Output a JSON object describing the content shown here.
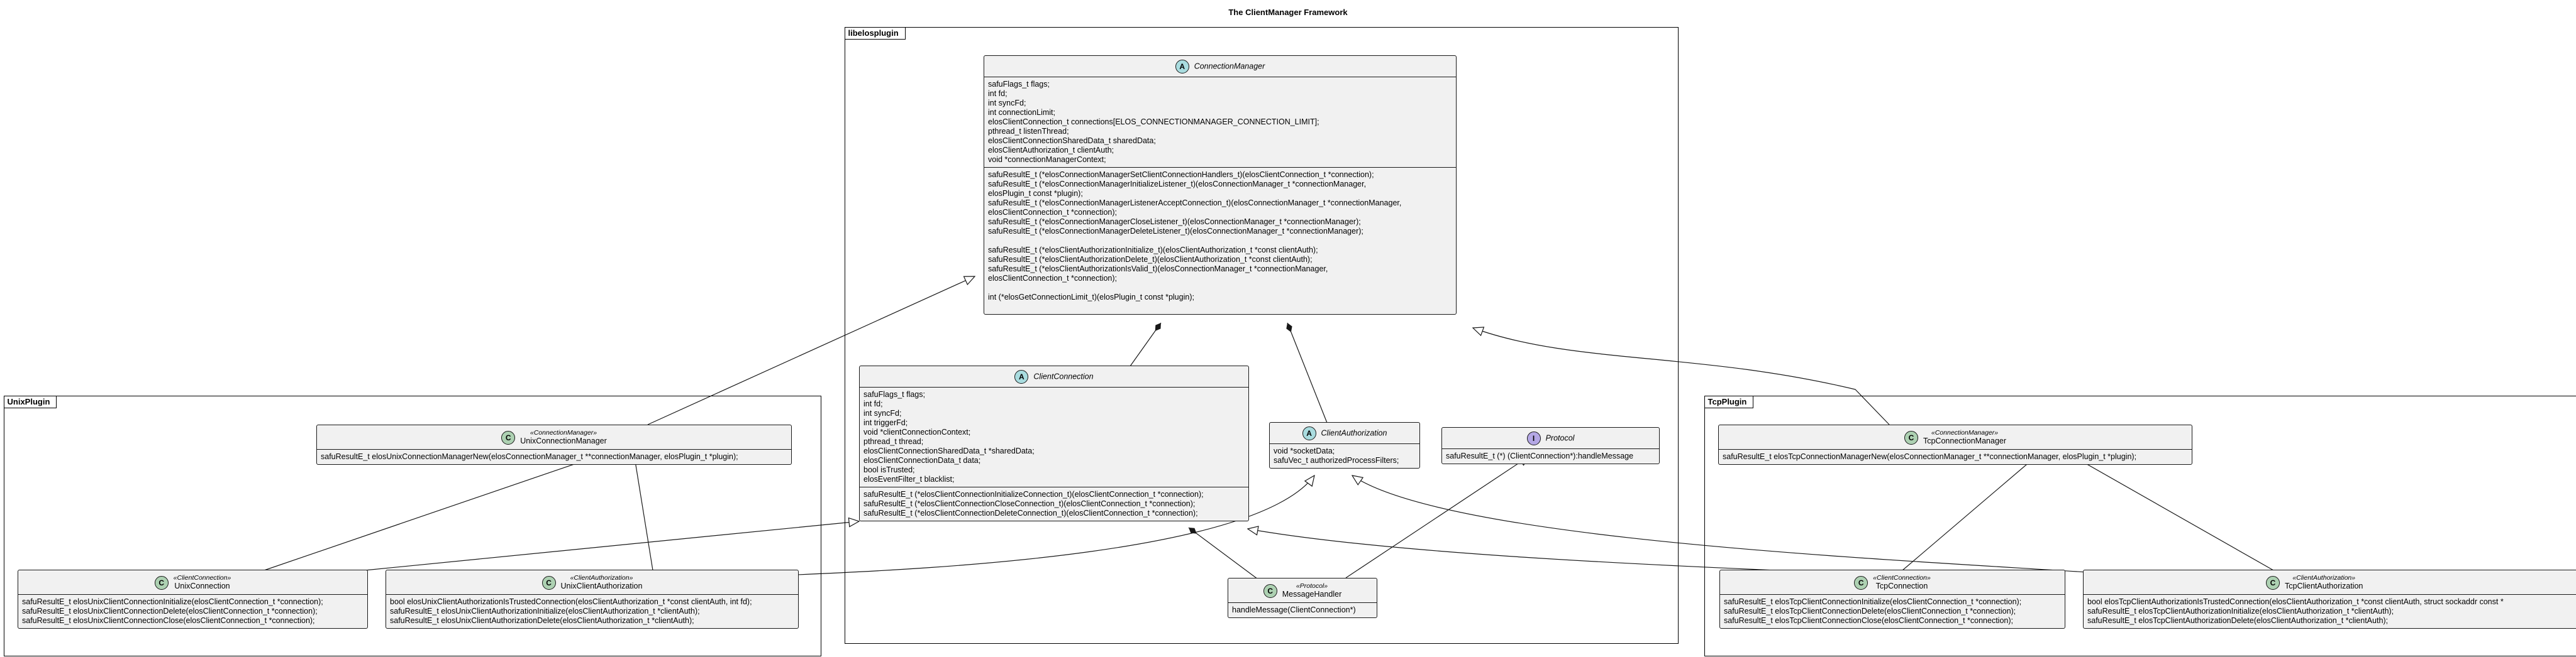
{
  "diagram": {
    "title": "The ClientManager Framework",
    "packages": {
      "libelosplugin": "libelosplugin",
      "unixplugin": "UnixPlugin",
      "tcpplugin": "TcpPlugin"
    },
    "classes": {
      "connection_manager": {
        "kind": "A",
        "name": "ConnectionManager",
        "attributes": [
          "safuFlags_t flags;",
          "int fd;",
          "int syncFd;",
          "int connectionLimit;",
          "elosClientConnection_t connections[ELOS_CONNECTIONMANAGER_CONNECTION_LIMIT];",
          "pthread_t listenThread;",
          "elosClientConnectionSharedData_t sharedData;",
          "elosClientAuthorization_t clientAuth;",
          "void *connectionManagerContext;"
        ],
        "methods_1": [
          "safuResultE_t (*elosConnectionManagerSetClientConnectionHandlers_t)(elosClientConnection_t *connection);",
          "safuResultE_t (*elosConnectionManagerInitializeListener_t)(elosConnectionManager_t *connectionManager,",
          "elosPlugin_t const *plugin);",
          "safuResultE_t (*elosConnectionManagerListenerAcceptConnection_t)(elosConnectionManager_t *connectionManager,",
          "elosClientConnection_t *connection);",
          "safuResultE_t (*elosConnectionManagerCloseListener_t)(elosConnectionManager_t *connectionManager);",
          "safuResultE_t (*elosConnectionManagerDeleteListener_t)(elosConnectionManager_t *connectionManager);"
        ],
        "methods_2": [
          "safuResultE_t (*elosClientAuthorizationInitialize_t)(elosClientAuthorization_t *const clientAuth);",
          "safuResultE_t (*elosClientAuthorizationDelete_t)(elosClientAuthorization_t *const clientAuth);",
          "safuResultE_t (*elosClientAuthorizationIsValid_t)(elosConnectionManager_t *connectionManager,",
          "elosClientConnection_t *connection);"
        ],
        "methods_3": [
          "int (*elosGetConnectionLimit_t)(elosPlugin_t const *plugin);"
        ]
      },
      "client_connection": {
        "kind": "A",
        "name": "ClientConnection",
        "attributes": [
          "safuFlags_t flags;",
          "int fd;",
          "int syncFd;",
          "int triggerFd;",
          "void *clientConnectionContext;",
          "pthread_t thread;",
          "elosClientConnectionSharedData_t *sharedData;",
          "elosClientConnectionData_t data;",
          "bool isTrusted;",
          "elosEventFilter_t blacklist;"
        ],
        "methods": [
          "safuResultE_t (*elosClientConnectionInitializeConnection_t)(elosClientConnection_t *connection);",
          "safuResultE_t (*elosClientConnectionCloseConnection_t)(elosClientConnection_t *connection);",
          "safuResultE_t (*elosClientConnectionDeleteConnection_t)(elosClientConnection_t *connection);"
        ]
      },
      "client_authorization": {
        "kind": "A",
        "name": "ClientAuthorization",
        "attributes": [
          "void *socketData;",
          "safuVec_t authorizedProcessFilters;"
        ]
      },
      "protocol": {
        "kind": "I",
        "name": "Protocol",
        "methods": [
          "safuResultE_t (*) (ClientConnection*):handleMessage"
        ]
      },
      "message_handler": {
        "kind": "C",
        "stereotype": "«Protocol»",
        "name": "MessageHandler",
        "methods": [
          "handleMessage(ClientConnection*)"
        ]
      },
      "unix_connection_manager": {
        "kind": "C",
        "stereotype": "«ConnectionManager»",
        "name": "UnixConnectionManager",
        "methods": [
          "safuResultE_t elosUnixConnectionManagerNew(elosConnectionManager_t **connectionManager, elosPlugin_t *plugin);"
        ]
      },
      "unix_connection": {
        "kind": "C",
        "stereotype": "«ClientConnection»",
        "name": "UnixConnection",
        "methods": [
          "safuResultE_t elosUnixClientConnectionInitialize(elosClientConnection_t *connection);",
          "safuResultE_t elosUnixClientConnectionDelete(elosClientConnection_t *connection);",
          "safuResultE_t elosUnixClientConnectionClose(elosClientConnection_t *connection);"
        ]
      },
      "unix_client_authorization": {
        "kind": "C",
        "stereotype": "«ClientAuthorization»",
        "name": "UnixClientAuthorization",
        "methods": [
          "bool elosUnixClientAuthorizationIsTrustedConnection(elosClientAuthorization_t *const clientAuth, int fd);",
          "safuResultE_t elosUnixClientAuthorizationInitialize(elosClientAuthorization_t *clientAuth);",
          "safuResultE_t elosUnixClientAuthorizationDelete(elosClientAuthorization_t *clientAuth);"
        ]
      },
      "tcp_connection_manager": {
        "kind": "C",
        "stereotype": "«ConnectionManager»",
        "name": "TcpConnectionManager",
        "methods": [
          "safuResultE_t elosTcpConnectionManagerNew(elosConnectionManager_t **connectionManager, elosPlugin_t *plugin);"
        ]
      },
      "tcp_connection": {
        "kind": "C",
        "stereotype": "«ClientConnection»",
        "name": "TcpConnection",
        "methods": [
          "safuResultE_t elosTcpClientConnectionInitialize(elosClientConnection_t *connection);",
          "safuResultE_t elosTcpClientConnectionDelete(elosClientConnection_t *connection);",
          "safuResultE_t elosTcpClientConnectionClose(elosClientConnection_t *connection);"
        ]
      },
      "tcp_client_authorization": {
        "kind": "C",
        "stereotype": "«ClientAuthorization»",
        "name": "TcpClientAuthorization",
        "methods": [
          "bool elosTcpClientAuthorizationIsTrustedConnection(elosClientAuthorization_t *const clientAuth, struct sockaddr const *",
          "safuResultE_t elosTcpClientAuthorizationInitialize(elosClientAuthorization_t *clientAuth);",
          "safuResultE_t elosTcpClientAuthorizationDelete(elosClientAuthorization_t *clientAuth);"
        ]
      }
    }
  }
}
